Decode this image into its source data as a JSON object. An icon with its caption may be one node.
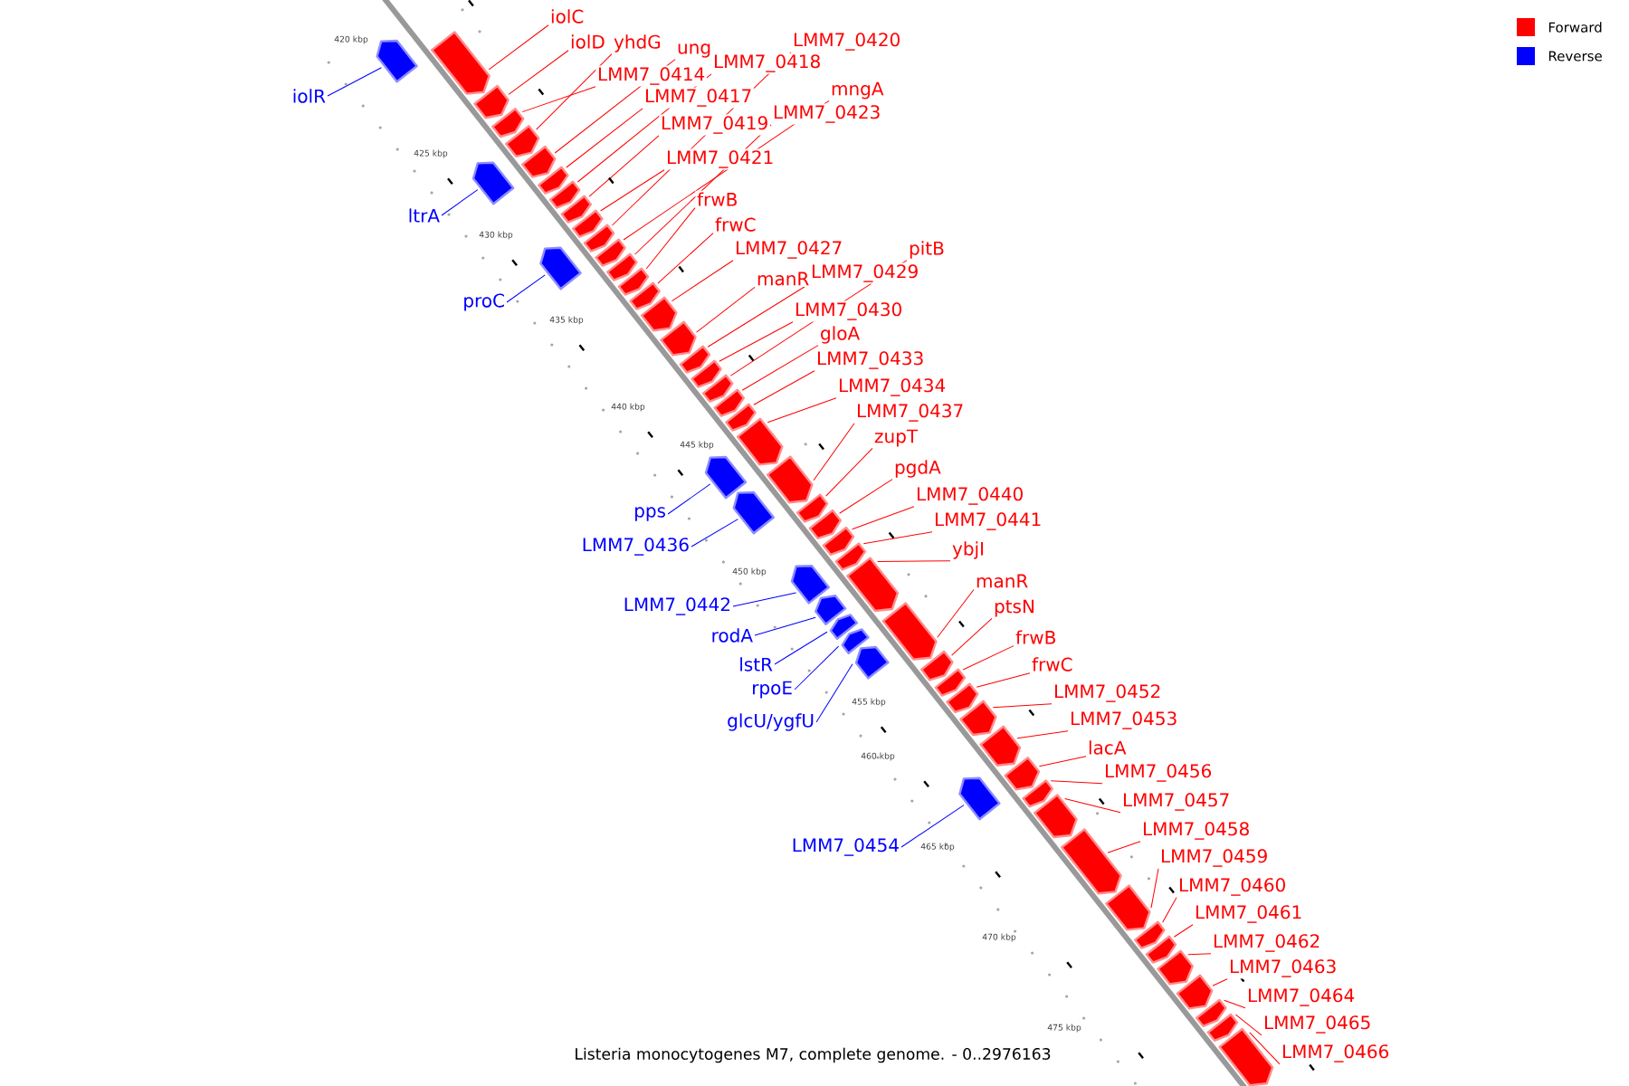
{
  "diagram": {
    "caption": "Listeria monocytogenes M7, complete genome. - 0..2976163",
    "nodes": [
      {
        "text": [
          "iolC"
        ]
      },
      {
        "text": [
          "LMM7_0420"
        ]
      },
      {
        "text": [
          "iolD"
        ]
      },
      {
        "text": [
          "yhdG"
        ]
      },
      {
        "text": [
          "ung"
        ]
      },
      {
        "text": [
          "LMM7_0418"
        ]
      },
      {
        "text": [
          "LMM7_0414"
        ]
      },
      {
        "text": [
          "mngA"
        ]
      },
      {
        "text": [
          "iolR"
        ]
      },
      {
        "text": [
          "LMM7_0417"
        ]
      },
      {
        "text": [
          "LMM7_0423"
        ]
      },
      {
        "text": [
          "LMM7_0419"
        ]
      },
      {
        "text": [
          "LMM7_0421"
        ]
      },
      {
        "text": [
          "frwB"
        ]
      },
      {
        "text": [
          "ltrA"
        ]
      },
      {
        "text": [
          "frwC"
        ]
      },
      {
        "text": [
          "LMM7_0427"
        ]
      },
      {
        "text": [
          "pitB"
        ]
      },
      {
        "text": [
          "LMM7_0429"
        ]
      },
      {
        "text": [
          "manR"
        ]
      },
      {
        "text": [
          "proC"
        ]
      },
      {
        "text": [
          "LMM7_0430"
        ]
      },
      {
        "text": [
          "gloA"
        ]
      },
      {
        "text": [
          "LMM7_0433"
        ]
      },
      {
        "text": [
          "LMM7_0434"
        ]
      },
      {
        "text": [
          "LMM7_0437"
        ]
      },
      {
        "text": [
          "zupT"
        ]
      },
      {
        "text": [
          "pgdA"
        ]
      },
      {
        "text": [
          "LMM7_0440"
        ]
      },
      {
        "text": [
          "pps"
        ]
      },
      {
        "text": [
          "LMM7_0441"
        ]
      },
      {
        "text": [
          "LMM7_0436"
        ]
      },
      {
        "text": [
          "ybjI"
        ]
      },
      {
        "text": [
          "manR"
        ]
      },
      {
        "text": [
          "LMM7_0442"
        ]
      },
      {
        "text": [
          "ptsN"
        ]
      },
      {
        "text": [
          "rodA"
        ]
      },
      {
        "text": [
          "frwB"
        ]
      },
      {
        "text": [
          "lstR"
        ]
      },
      {
        "text": [
          "frwC"
        ]
      },
      {
        "text": [
          "rpoE"
        ]
      },
      {
        "text": [
          "LMM7_0452"
        ]
      },
      {
        "text": [
          "LMM7_0453"
        ]
      },
      {
        "text": [
          "glcU/ygfU"
        ]
      },
      {
        "text": [
          "lacA"
        ]
      },
      {
        "text": [
          "LMM7_0456"
        ]
      },
      {
        "text": [
          "LMM7_0457"
        ]
      },
      {
        "text": [
          "LMM7_0454"
        ]
      },
      {
        "text": [
          "LMM7_0458"
        ]
      },
      {
        "text": [
          "LMM7_0459"
        ]
      },
      {
        "text": [
          "LMM7_0460"
        ]
      },
      {
        "text": [
          "LMM7_0461"
        ]
      },
      {
        "text": [
          "LMM7_0462"
        ]
      },
      {
        "text": [
          "LMM7_0463"
        ]
      },
      {
        "text": [
          "LMM7_0464"
        ]
      },
      {
        "text": [
          "LMM7_0465"
        ]
      },
      {
        "text": [
          "LMM7_0466"
        ]
      },
      {
        "text": [],
        "shape": "arrow"
      },
      {
        "text": [],
        "shape": "arrow"
      },
      {
        "text": [],
        "shape": "arrow"
      },
      {
        "text": [],
        "shape": "arrow"
      },
      {
        "text": [],
        "shape": "arrow"
      },
      {
        "text": [],
        "shape": "arrow"
      },
      {
        "text": [],
        "shape": "arrow"
      },
      {
        "text": [],
        "shape": "arrow"
      },
      {
        "text": [],
        "shape": "arrow"
      },
      {
        "text": [],
        "shape": "arrow"
      },
      {
        "text": [],
        "shape": "arrow"
      },
      {
        "text": [],
        "shape": "arrow"
      },
      {
        "text": [],
        "shape": "arrow"
      },
      {
        "text": [],
        "shape": "arrow"
      },
      {
        "text": [],
        "shape": "arrow"
      },
      {
        "text": [],
        "shape": "arrow"
      },
      {
        "text": [],
        "shape": "arrow"
      },
      {
        "text": [],
        "shape": "arrow"
      },
      {
        "text": [],
        "shape": "arrow"
      },
      {
        "text": [],
        "shape": "arrow"
      },
      {
        "text": [],
        "shape": "arrow"
      },
      {
        "text": [],
        "shape": "arrow"
      },
      {
        "text": [],
        "shape": "arrow"
      },
      {
        "text": [],
        "shape": "arrow"
      },
      {
        "text": [],
        "shape": "arrow"
      },
      {
        "text": [],
        "shape": "arrow"
      },
      {
        "text": [],
        "shape": "arrow"
      },
      {
        "text": [],
        "shape": "arrow"
      },
      {
        "text": [],
        "shape": "arrow"
      },
      {
        "text": [],
        "shape": "arrow"
      },
      {
        "text": [],
        "shape": "arrow"
      },
      {
        "text": [],
        "shape": "arrow"
      },
      {
        "text": [],
        "shape": "arrow"
      },
      {
        "text": [],
        "shape": "arrow"
      },
      {
        "text": [],
        "shape": "arrow"
      },
      {
        "text": [],
        "shape": "arrow"
      },
      {
        "text": [],
        "shape": "arrow"
      },
      {
        "text": [],
        "shape": "arrow"
      },
      {
        "text": [],
        "shape": "arrow"
      },
      {
        "text": [],
        "shape": "arrow"
      },
      {
        "text": [],
        "shape": "arrow"
      },
      {
        "text": [],
        "shape": "arrow"
      },
      {
        "text": [],
        "shape": "arrow"
      },
      {
        "text": [],
        "shape": "arrow"
      },
      {
        "text": [],
        "shape": "arrow"
      },
      {
        "text": [],
        "shape": "arrow"
      },
      {
        "text": [],
        "shape": "arrow"
      },
      {
        "text": [],
        "shape": "arrow"
      },
      {
        "text": [],
        "shape": "arrow"
      },
      {
        "text": [],
        "shape": "arrow"
      },
      {
        "text": [],
        "shape": "arrow"
      },
      {
        "text": [],
        "shape": "arrow"
      },
      {
        "text": [],
        "shape": "arrow"
      },
      {
        "text": [],
        "shape": "arrow"
      },
      {
        "text": [],
        "shape": "arrow"
      },
      {
        "text": [],
        "shape": "arrow"
      },
      {
        "text": [],
        "shape": "arrow"
      }
    ],
    "edges": [
      {
        "from": 0,
        "to": 57,
        "arrow": "none"
      },
      {
        "from": 1,
        "to": 58,
        "arrow": "none"
      },
      {
        "from": 2,
        "to": 59,
        "arrow": "none"
      },
      {
        "from": 3,
        "to": 60,
        "arrow": "none"
      },
      {
        "from": 4,
        "to": 61,
        "arrow": "none"
      },
      {
        "from": 5,
        "to": 62,
        "arrow": "none"
      },
      {
        "from": 6,
        "to": 63,
        "arrow": "none"
      },
      {
        "from": 7,
        "to": 64,
        "arrow": "none"
      },
      {
        "from": 8,
        "to": 65,
        "arrow": "none",
        "color": "#0000ff"
      },
      {
        "from": 9,
        "to": 66,
        "arrow": "none"
      },
      {
        "from": 10,
        "to": 67,
        "arrow": "none"
      },
      {
        "from": 11,
        "to": 68,
        "arrow": "none"
      },
      {
        "from": 12,
        "to": 69,
        "arrow": "none"
      },
      {
        "from": 13,
        "to": 70,
        "arrow": "none"
      },
      {
        "from": 14,
        "to": 71,
        "arrow": "none",
        "color": "#0000ff"
      },
      {
        "from": 15,
        "to": 72,
        "arrow": "none"
      },
      {
        "from": 16,
        "to": 73,
        "arrow": "none"
      },
      {
        "from": 17,
        "to": 74,
        "arrow": "none"
      },
      {
        "from": 18,
        "to": 75,
        "arrow": "none"
      },
      {
        "from": 19,
        "to": 76,
        "arrow": "none"
      },
      {
        "from": 20,
        "to": 77,
        "arrow": "none",
        "color": "#0000ff"
      },
      {
        "from": 21,
        "to": 78,
        "arrow": "none"
      },
      {
        "from": 22,
        "to": 79,
        "arrow": "none"
      },
      {
        "from": 23,
        "to": 80,
        "arrow": "none"
      },
      {
        "from": 24,
        "to": 81,
        "arrow": "none"
      },
      {
        "from": 25,
        "to": 82,
        "arrow": "none"
      },
      {
        "from": 26,
        "to": 83,
        "arrow": "none"
      },
      {
        "from": 27,
        "to": 84,
        "arrow": "none"
      },
      {
        "from": 28,
        "to": 85,
        "arrow": "none"
      },
      {
        "from": 29,
        "to": 86,
        "arrow": "none",
        "color": "#0000ff"
      },
      {
        "from": 30,
        "to": 87,
        "arrow": "none"
      },
      {
        "from": 31,
        "to": 88,
        "arrow": "none",
        "color": "#0000ff"
      },
      {
        "from": 32,
        "to": 89,
        "arrow": "none"
      },
      {
        "from": 33,
        "to": 90,
        "arrow": "none"
      },
      {
        "from": 34,
        "to": 91,
        "arrow": "none",
        "color": "#0000ff"
      },
      {
        "from": 35,
        "to": 92,
        "arrow": "none"
      },
      {
        "from": 36,
        "to": 93,
        "arrow": "none",
        "color": "#0000ff"
      },
      {
        "from": 37,
        "to": 94,
        "arrow": "none"
      },
      {
        "from": 38,
        "to": 95,
        "arrow": "none",
        "color": "#0000ff"
      },
      {
        "from": 39,
        "to": 96,
        "arrow": "none"
      },
      {
        "from": 40,
        "to": 97,
        "arrow": "none",
        "color": "#0000ff"
      },
      {
        "from": 41,
        "to": 98,
        "arrow": "none"
      },
      {
        "from": 42,
        "to": 99,
        "arrow": "none"
      },
      {
        "from": 43,
        "to": 100,
        "arrow": "none",
        "color": "#0000ff"
      },
      {
        "from": 44,
        "to": 101,
        "arrow": "none"
      },
      {
        "from": 45,
        "to": 102,
        "arrow": "none"
      },
      {
        "from": 46,
        "to": 103,
        "arrow": "none"
      },
      {
        "from": 47,
        "to": 104,
        "arrow": "none",
        "color": "#0000ff"
      },
      {
        "from": 48,
        "to": 105,
        "arrow": "none"
      },
      {
        "from": 49,
        "to": 106,
        "arrow": "none"
      },
      {
        "from": 50,
        "to": 107,
        "arrow": "none"
      },
      {
        "from": 51,
        "to": 108,
        "arrow": "none"
      },
      {
        "from": 52,
        "to": 109,
        "arrow": "none"
      },
      {
        "from": 53,
        "to": 110,
        "arrow": "none"
      },
      {
        "from": 54,
        "to": 111,
        "arrow": "none"
      },
      {
        "from": 55,
        "to": 112,
        "arrow": "none"
      },
      {
        "from": 56,
        "to": 113,
        "arrow": "none"
      }
    ],
    "labels": [
      "420 kbp",
      "425 kbp",
      "430 kbp",
      "435 kbp",
      "440 kbp",
      "445 kbp",
      "450 kbp",
      "455 kbp",
      "460 kbp",
      "465 kbp",
      "470 kbp",
      "475 kbp"
    ],
    "legend": [
      {
        "text": "Forward",
        "color": "#ff0000"
      },
      {
        "text": "Reverse",
        "color": "#0000ff"
      }
    ]
  }
}
